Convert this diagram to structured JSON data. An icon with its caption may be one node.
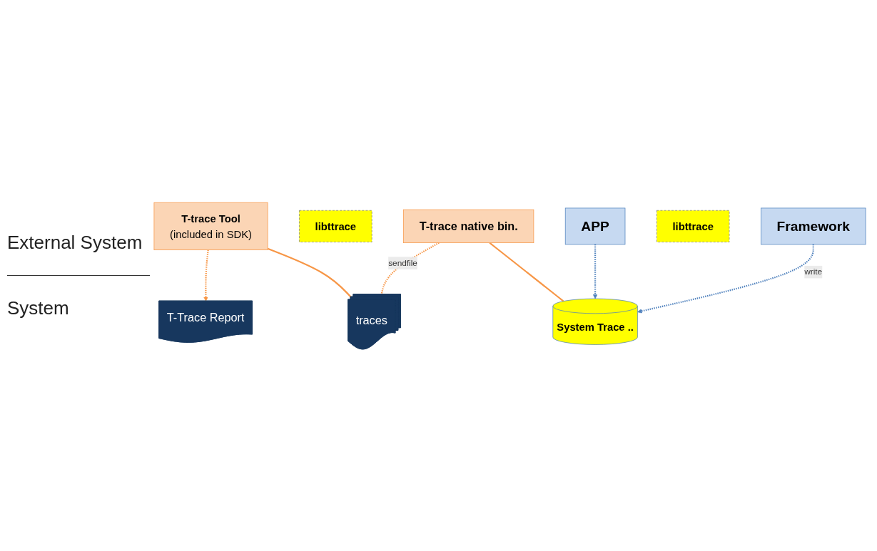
{
  "diagram": {
    "nodes": [
      {
        "text": [
          "T-Trace Report"
        ]
      },
      {
        "text": [
          "T-trace Tool",
          "(included in SDK)"
        ]
      },
      {
        "text": [
          "libttrace"
        ]
      },
      {
        "text": [
          "APP"
        ]
      },
      {
        "text": [
          "traces"
        ]
      },
      {
        "text": [
          "T-trace native bin."
        ]
      },
      {
        "text": [
          "libttrace"
        ]
      },
      {
        "text": [
          "Framework"
        ]
      },
      {
        "text": [
          "System Trace .."
        ]
      }
    ],
    "edges": [
      {
        "from": 1,
        "to": 0,
        "arrow": "to",
        "style": "dashed",
        "color": "#f79646"
      },
      {
        "from": 1,
        "to": 4,
        "arrow": "none",
        "color": "#f79646"
      },
      {
        "from": 5,
        "to": 4,
        "arrow": "none",
        "label": "sendfile",
        "style": "dashed",
        "color": "#f79646"
      },
      {
        "from": 5,
        "to": 8,
        "arrow": "none",
        "color": "#f79646"
      },
      {
        "from": 3,
        "to": 8,
        "arrow": "to",
        "style": "dashed",
        "color": "#4f81bd"
      },
      {
        "from": 7,
        "to": 8,
        "arrow": "to",
        "label": "write",
        "style": "dashed",
        "color": "#4f81bd"
      }
    ],
    "labels": [
      "External System",
      "System"
    ]
  }
}
